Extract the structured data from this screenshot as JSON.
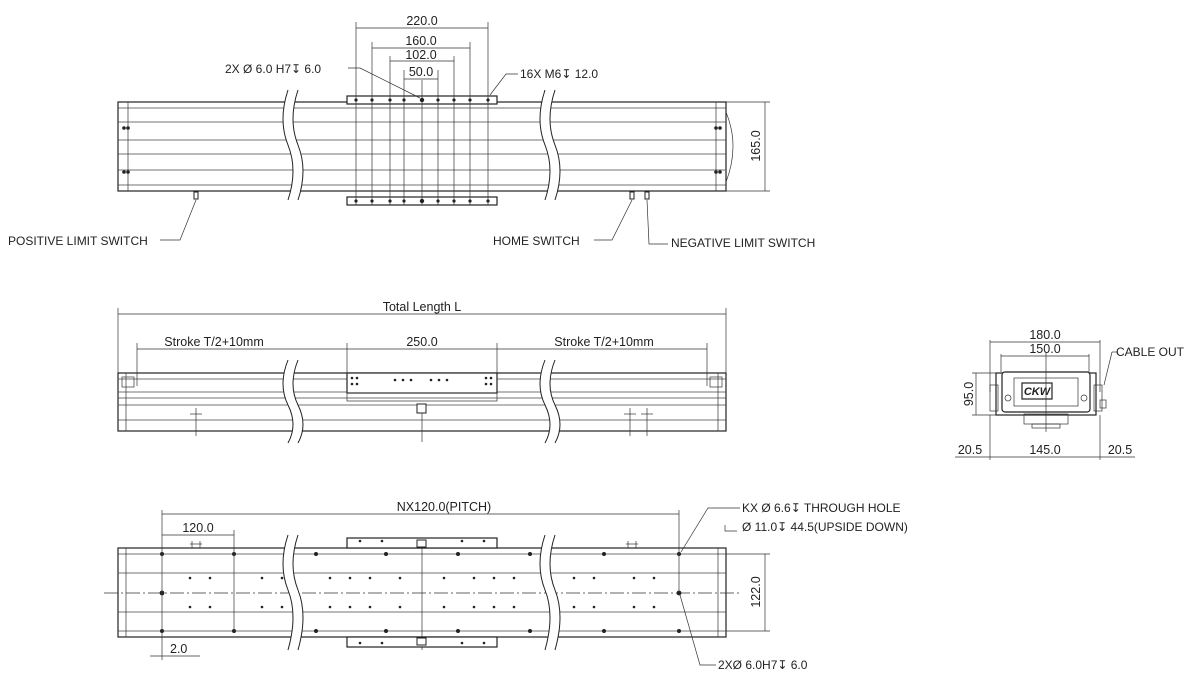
{
  "top_view": {
    "dim_220": "220.0",
    "dim_160": "160.0",
    "dim_102": "102.0",
    "dim_50": "50.0",
    "dim_165": "165.0",
    "note_pin_hole": "2X Ø  6.0 H7↧ 6.0",
    "note_tapped": "16X M6↧ 12.0",
    "label_positive_limit": "POSITIVE LIMIT SWITCH",
    "label_home": "HOME SWITCH",
    "label_negative_limit": "NEGATIVE LIMIT SWITCH"
  },
  "side_view": {
    "total_length": "Total Length L",
    "stroke_left": "Stroke T/2+10mm",
    "carriage_250": "250.0",
    "stroke_right": "Stroke T/2+10mm"
  },
  "end_view": {
    "dim_180": "180.0",
    "dim_150": "150.0",
    "dim_95": "95.0",
    "dim_145": "145.0",
    "dim_20_5_left": "20.5",
    "dim_20_5_right": "20.5",
    "cable_out": "CABLE OUT",
    "logo": "CKW"
  },
  "bottom_view": {
    "pitch": "NX120.0(PITCH)",
    "dim_120": "120.0",
    "dim_122": "122.0",
    "dim_2": "2.0",
    "note_through_1": "KX Ø  6.6↧ THROUGH HOLE",
    "note_through_2": "Ø  11.0↧  44.5(UPSIDE DOWN)",
    "note_pin_hole": "2XØ 6.0H7↧ 6.0"
  }
}
